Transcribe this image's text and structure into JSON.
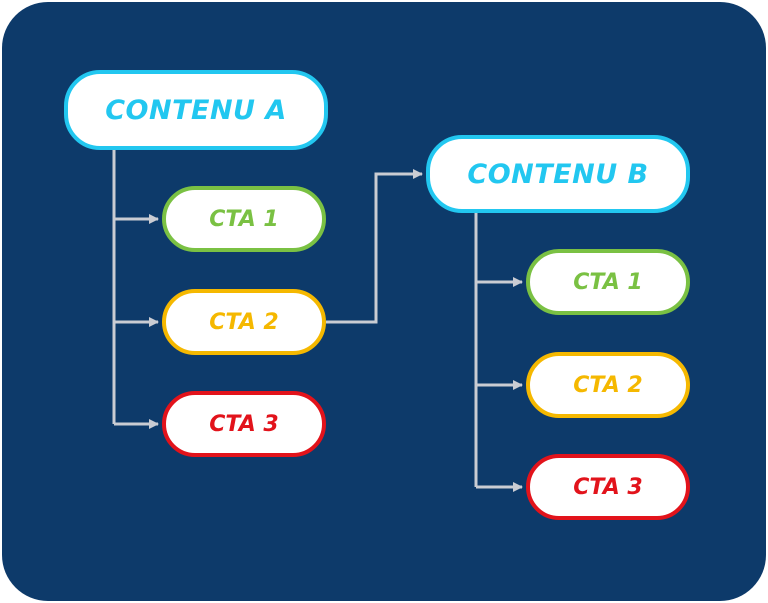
{
  "diagram": {
    "colors": {
      "background": "#0d3a6a",
      "content": "#22c7f0",
      "cta1": "#7ac143",
      "cta2": "#f5b800",
      "cta3": "#e2131b",
      "connector": "#c9ccd3"
    },
    "content_a": {
      "label": "CONTENU A",
      "ctas": [
        {
          "label": "CTA 1"
        },
        {
          "label": "CTA 2"
        },
        {
          "label": "CTA 3"
        }
      ]
    },
    "content_b": {
      "label": "CONTENU B",
      "ctas": [
        {
          "label": "CTA 1"
        },
        {
          "label": "CTA 2"
        },
        {
          "label": "CTA 3"
        }
      ]
    }
  }
}
